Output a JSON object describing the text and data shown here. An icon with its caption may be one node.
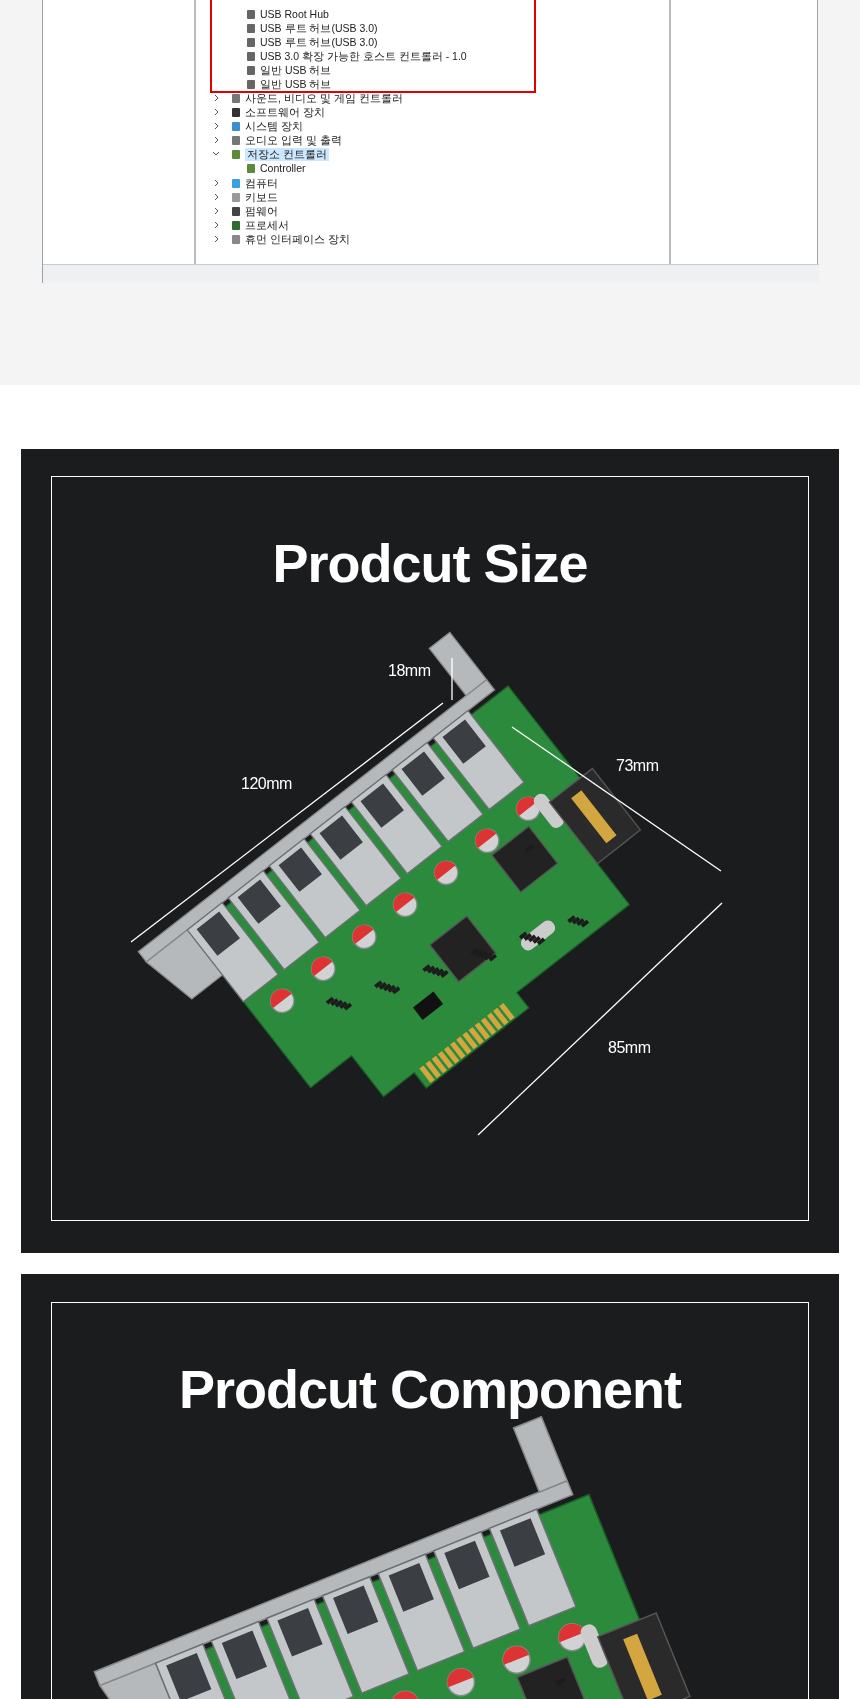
{
  "diagram": {
    "labels": [
      "USB Root Hub",
      "USB 루트 허브(USB 3.0)",
      "USB 루트 허브(USB 3.0)",
      "USB 3.0 확장 가능한 호스트 컨트롤러 - 1.0",
      "일반 USB 허브",
      "일반 USB 허브",
      "사운드, 비디오 및 게임 컨트롤러",
      "소프트웨어 장치",
      "시스템 장치",
      "오디오 입력 및 출력",
      "저장소 컨트롤러",
      "Controller",
      "컴퓨터",
      "키보드",
      "펌웨어",
      "프로세서",
      "휴먼 인터페이스 장치",
      "Prodcut Size",
      "18mm",
      "120mm",
      "73mm",
      "85mm",
      "Prodcut Component"
    ]
  }
}
